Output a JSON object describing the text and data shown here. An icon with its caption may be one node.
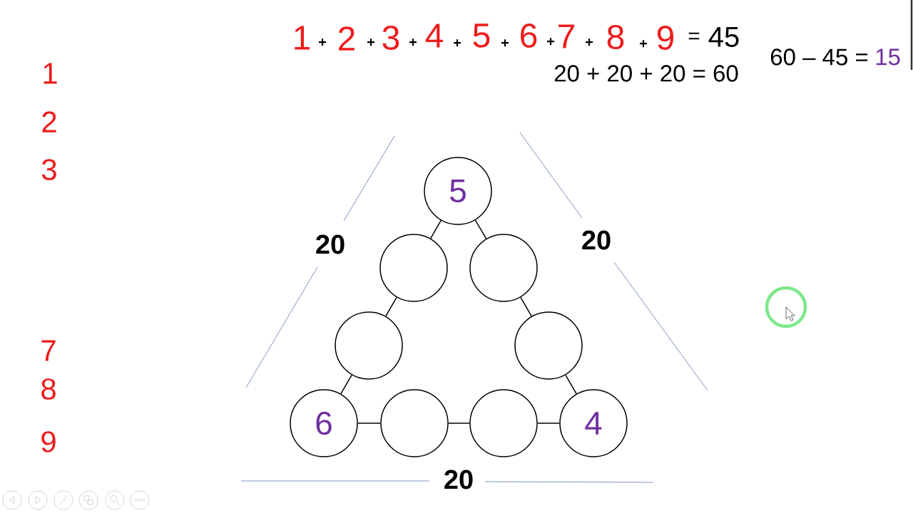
{
  "diagram": {
    "nodes": [
      {
        "text": [
          "5"
        ]
      },
      {
        "text": [],
        "shape": "circle"
      },
      {
        "text": [],
        "shape": "circle"
      },
      {
        "text": [],
        "shape": "circle"
      },
      {
        "text": [],
        "shape": "circle"
      },
      {
        "text": [
          "6"
        ]
      },
      {
        "text": [],
        "shape": "circle"
      },
      {
        "text": [],
        "shape": "circle"
      },
      {
        "text": [
          "4"
        ]
      }
    ],
    "edges": [
      {
        "from": 0,
        "to": 1,
        "arrow": "none"
      },
      {
        "from": 0,
        "to": 2,
        "arrow": "none"
      },
      {
        "from": 1,
        "to": 3,
        "arrow": "none"
      },
      {
        "from": 2,
        "to": 4,
        "arrow": "none"
      },
      {
        "from": 3,
        "to": 5,
        "arrow": "none"
      },
      {
        "from": 4,
        "to": 8,
        "arrow": "none"
      },
      {
        "from": 5,
        "to": 6,
        "arrow": "none"
      },
      {
        "from": 6,
        "to": 7,
        "arrow": "none"
      },
      {
        "from": 7,
        "to": 8,
        "arrow": "none"
      }
    ],
    "labels": [
      "1",
      "+",
      "2",
      "+",
      "3",
      "+",
      "4",
      "+",
      "5",
      "+",
      "6",
      "+",
      "7",
      "+",
      "8",
      "+",
      "9",
      "=",
      "45",
      "60 – 45 =",
      "15",
      "20 + 20 + 20 = 60",
      "1",
      "2",
      "3",
      "20",
      "20",
      "7",
      "8",
      "9",
      "20"
    ]
  }
}
